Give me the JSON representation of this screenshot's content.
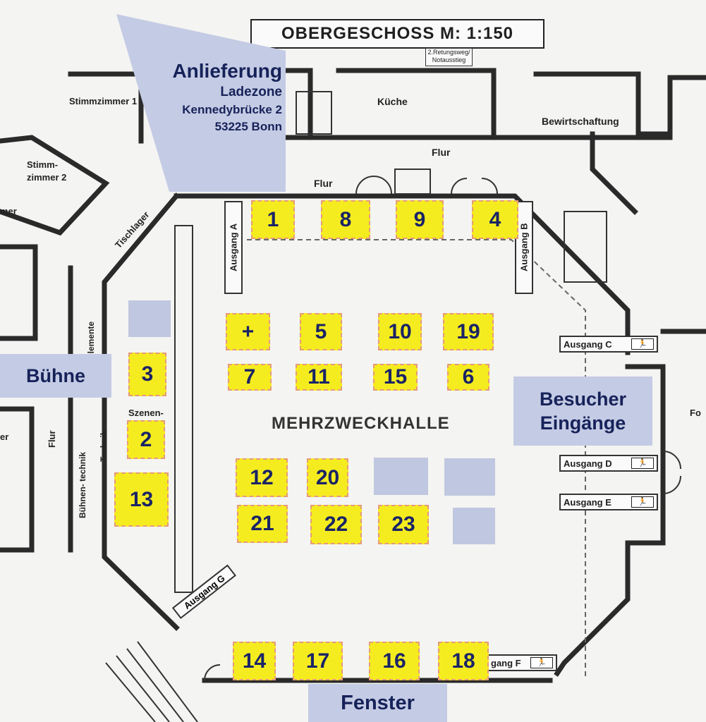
{
  "title": "OBERGESCHOSS M: 1:150",
  "escape_note": "2.Retungsweg/ Notausstieg",
  "hall_label": "MEHRZWECKHALLE",
  "rooms": {
    "stimmzimmer1": "Stimmzimmer 1",
    "stimmzimmer2": "Stimm- zimmer 2",
    "kueche": "Küche",
    "bewirtschaftung": "Bewirtschaftung",
    "flur": "Flur",
    "tischlager": "Tischlager",
    "elemente": "elemente",
    "szenen": "Szenen-",
    "technik": "Technik",
    "buehnentechnik": "Bühnen- technik",
    "mer": "mer",
    "er": "er",
    "fo": "Fo"
  },
  "callouts": {
    "anlieferung_title": "Anlieferung",
    "anlieferung_lines": [
      "Ladezone",
      "Kennedybrücke 2",
      "53225 Bonn"
    ],
    "buehne": "Bühne",
    "besucher": [
      "Besucher",
      "Eingänge"
    ],
    "fenster": "Fenster"
  },
  "exits": {
    "a": "Ausgang A",
    "b": "Ausgang B",
    "c": "Ausgang C",
    "d": "Ausgang D",
    "e": "Ausgang E",
    "f": "gang F",
    "g": "Ausgang G"
  },
  "booths": [
    "1",
    "8",
    "9",
    "4",
    "+",
    "5",
    "10",
    "19",
    "7",
    "11",
    "15",
    "6",
    "3",
    "2",
    "13",
    "12",
    "20",
    "21",
    "22",
    "23",
    "14",
    "17",
    "16",
    "18"
  ],
  "colors": {
    "booth_fill": "#f5ec1f",
    "booth_border": "#e59b7a",
    "booth_text": "#1a2466",
    "callout_fill": "#c4cbe4",
    "callout_text": "#162259"
  }
}
